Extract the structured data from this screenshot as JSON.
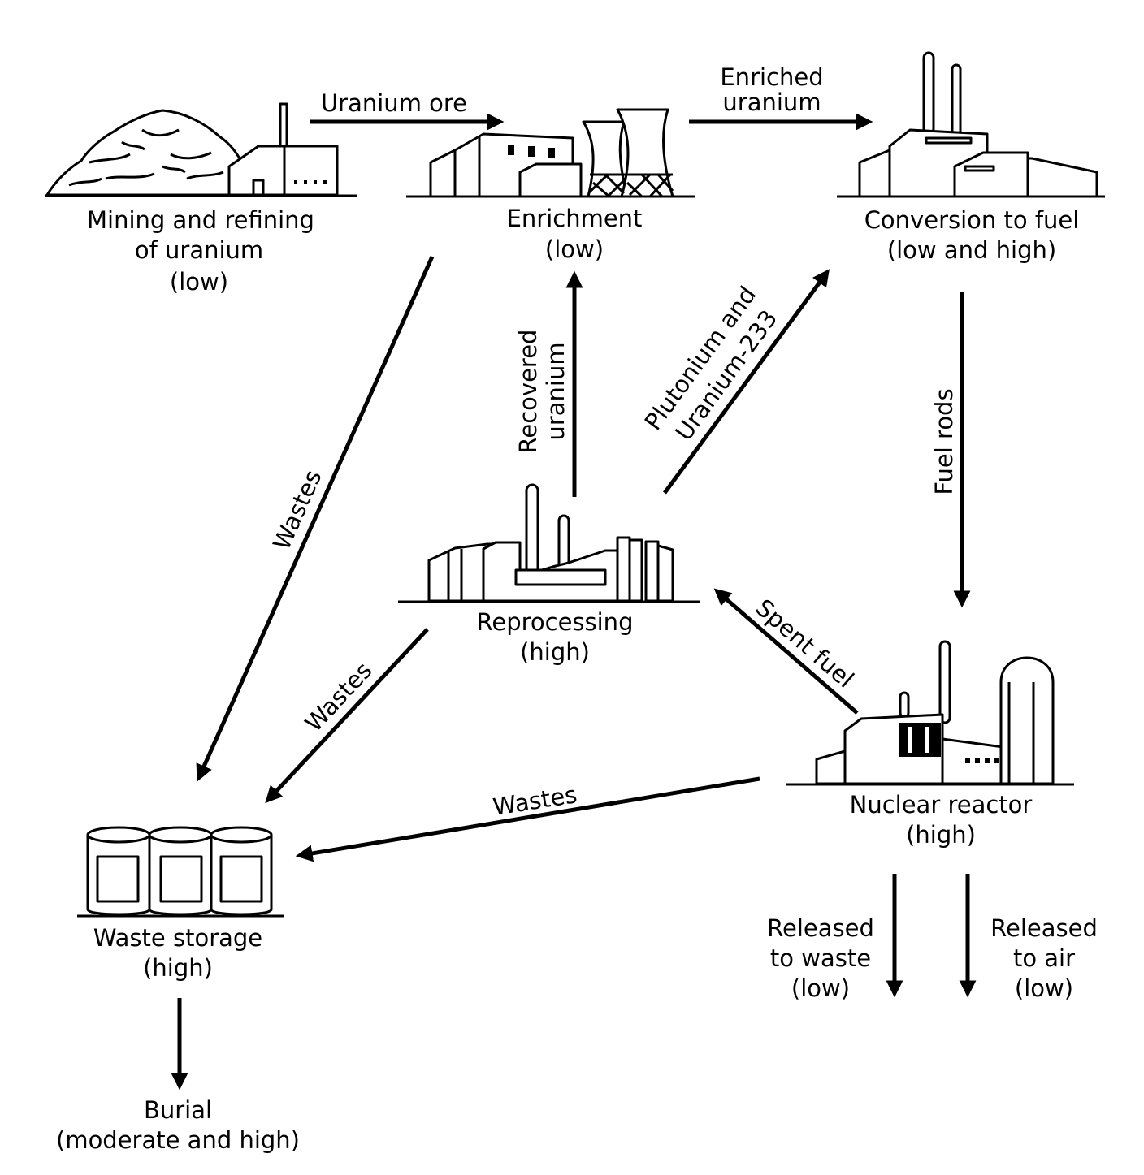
{
  "stages": {
    "mining": {
      "line1": "Mining and refining",
      "line2": "of uranium",
      "line3": "(low)"
    },
    "enrichment": {
      "line1": "Enrichment",
      "line2": "(low)"
    },
    "conversion": {
      "line1": "Conversion to fuel",
      "line2": "(low and high)"
    },
    "reprocessing": {
      "line1": "Reprocessing",
      "line2": "(high)"
    },
    "reactor": {
      "line1": "Nuclear reactor",
      "line2": "(high)"
    },
    "storage": {
      "line1": "Waste storage",
      "line2": "(high)"
    },
    "burial": {
      "line1": "Burial",
      "line2": "(moderate and high)"
    }
  },
  "flows": {
    "uranium_ore": "Uranium ore",
    "enriched_uranium": {
      "line1": "Enriched",
      "line2": "uranium"
    },
    "fuel_rods": "Fuel rods",
    "spent_fuel": "Spent fuel",
    "recovered_uranium": {
      "line1": "Recovered",
      "line2": "uranium"
    },
    "plutonium": {
      "line1": "Plutonium and",
      "line2": "Uranium-233"
    },
    "wastes_mining": "Wastes",
    "wastes_reprocessing": "Wastes",
    "wastes_reactor": "Wastes",
    "released_waste": {
      "line1": "Released",
      "line2": "to waste",
      "line3": "(low)"
    },
    "released_air": {
      "line1": "Released",
      "line2": "to air",
      "line3": "(low)"
    }
  }
}
